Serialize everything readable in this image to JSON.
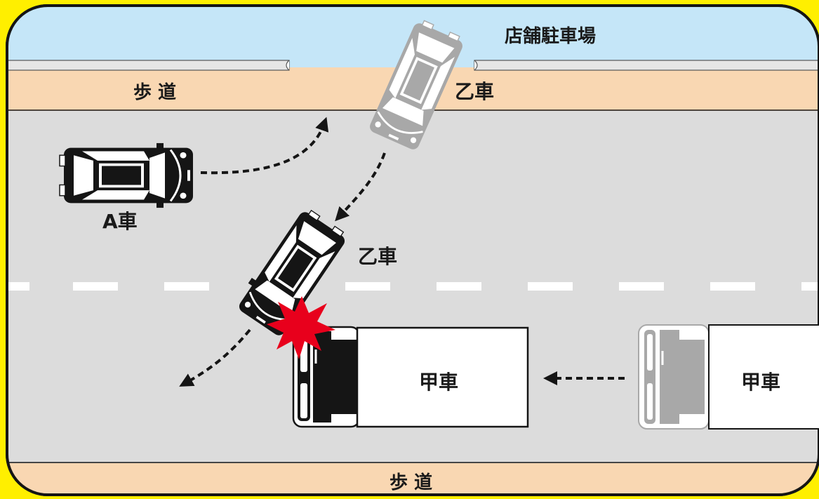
{
  "colors": {
    "frame_yellow": "#ffef00",
    "sky": "#c5e6f8",
    "sidewalk": "#f9d7b2",
    "road": "#dcdcdc",
    "lane_mark": "#ffffff",
    "car_black": "#151515",
    "car_ghost": "#a8a8a8",
    "crash": "#e8001c"
  },
  "labels": {
    "parking_lot": "店舗駐車場",
    "sidewalk_top": "歩 道",
    "sidewalk_bottom": "歩 道",
    "car_otsu_before": "乙車",
    "car_otsu_after": "乙車",
    "car_a": "A車",
    "truck_ko_after": "甲車",
    "truck_ko_before": "甲車"
  },
  "icons": {
    "car_a": "car-topview-icon",
    "car_otsu": "car-topview-icon",
    "truck_ko": "truck-topview-icon",
    "collision": "collision-burst-icon"
  }
}
